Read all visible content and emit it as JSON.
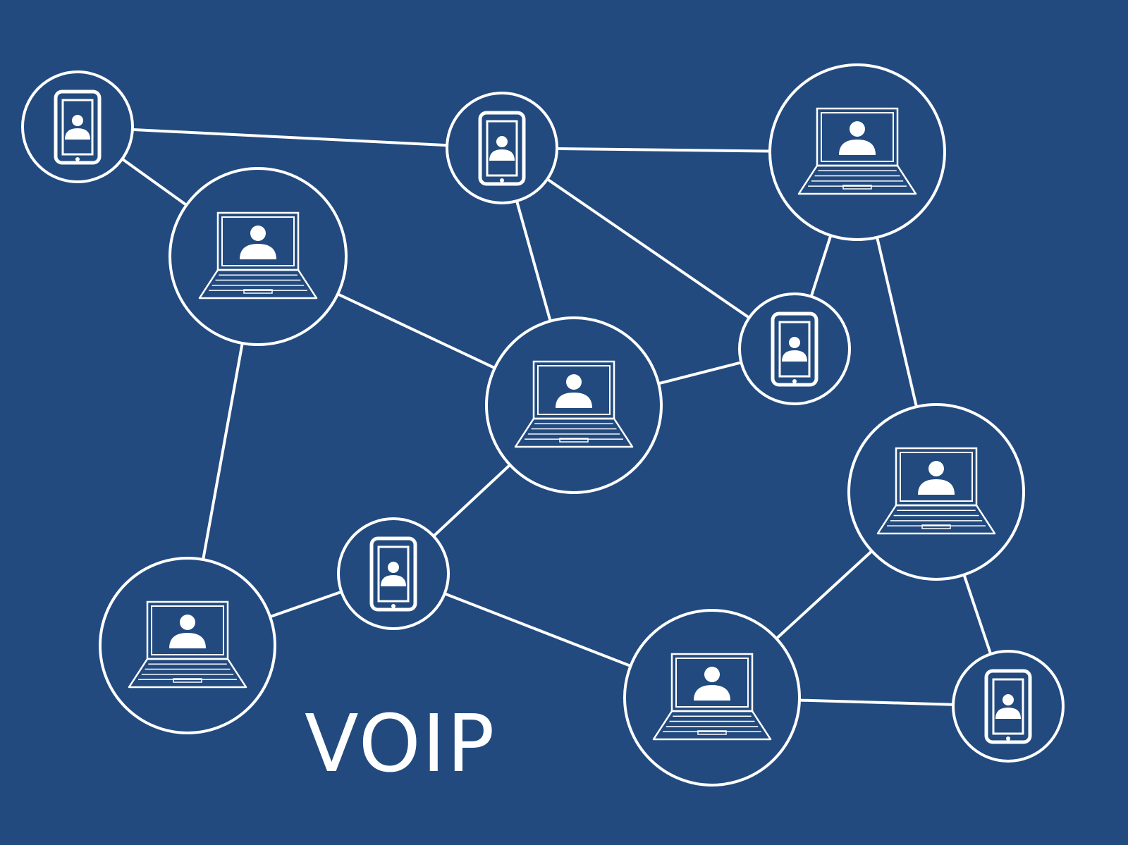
{
  "diagram": {
    "caption": "VOIP",
    "colors": {
      "background": "#224a7e",
      "foreground": "#ffffff"
    },
    "nodes": [
      {
        "id": "phone-1",
        "device": "phone-user-icon"
      },
      {
        "id": "laptop-1",
        "device": "laptop-user-icon"
      },
      {
        "id": "phone-2",
        "device": "phone-user-icon"
      },
      {
        "id": "laptop-2",
        "device": "laptop-user-icon"
      },
      {
        "id": "laptop-3",
        "device": "laptop-user-icon"
      },
      {
        "id": "phone-3",
        "device": "phone-user-icon"
      },
      {
        "id": "laptop-4",
        "device": "laptop-user-icon"
      },
      {
        "id": "phone-4",
        "device": "phone-user-icon"
      },
      {
        "id": "laptop-5",
        "device": "laptop-user-icon"
      },
      {
        "id": "laptop-6",
        "device": "laptop-user-icon"
      },
      {
        "id": "phone-5",
        "device": "phone-user-icon"
      }
    ],
    "edges": [
      [
        "phone-1",
        "phone-2"
      ],
      [
        "phone-1",
        "laptop-1"
      ],
      [
        "phone-2",
        "laptop-2"
      ],
      [
        "phone-2",
        "laptop-3"
      ],
      [
        "phone-2",
        "phone-3"
      ],
      [
        "laptop-2",
        "phone-3"
      ],
      [
        "laptop-2",
        "laptop-4"
      ],
      [
        "laptop-1",
        "laptop-3"
      ],
      [
        "laptop-1",
        "laptop-5"
      ],
      [
        "laptop-3",
        "phone-3"
      ],
      [
        "laptop-3",
        "phone-4"
      ],
      [
        "laptop-5",
        "phone-4"
      ],
      [
        "phone-4",
        "laptop-6"
      ],
      [
        "laptop-4",
        "laptop-6"
      ],
      [
        "laptop-4",
        "phone-5"
      ],
      [
        "laptop-6",
        "phone-5"
      ]
    ]
  }
}
